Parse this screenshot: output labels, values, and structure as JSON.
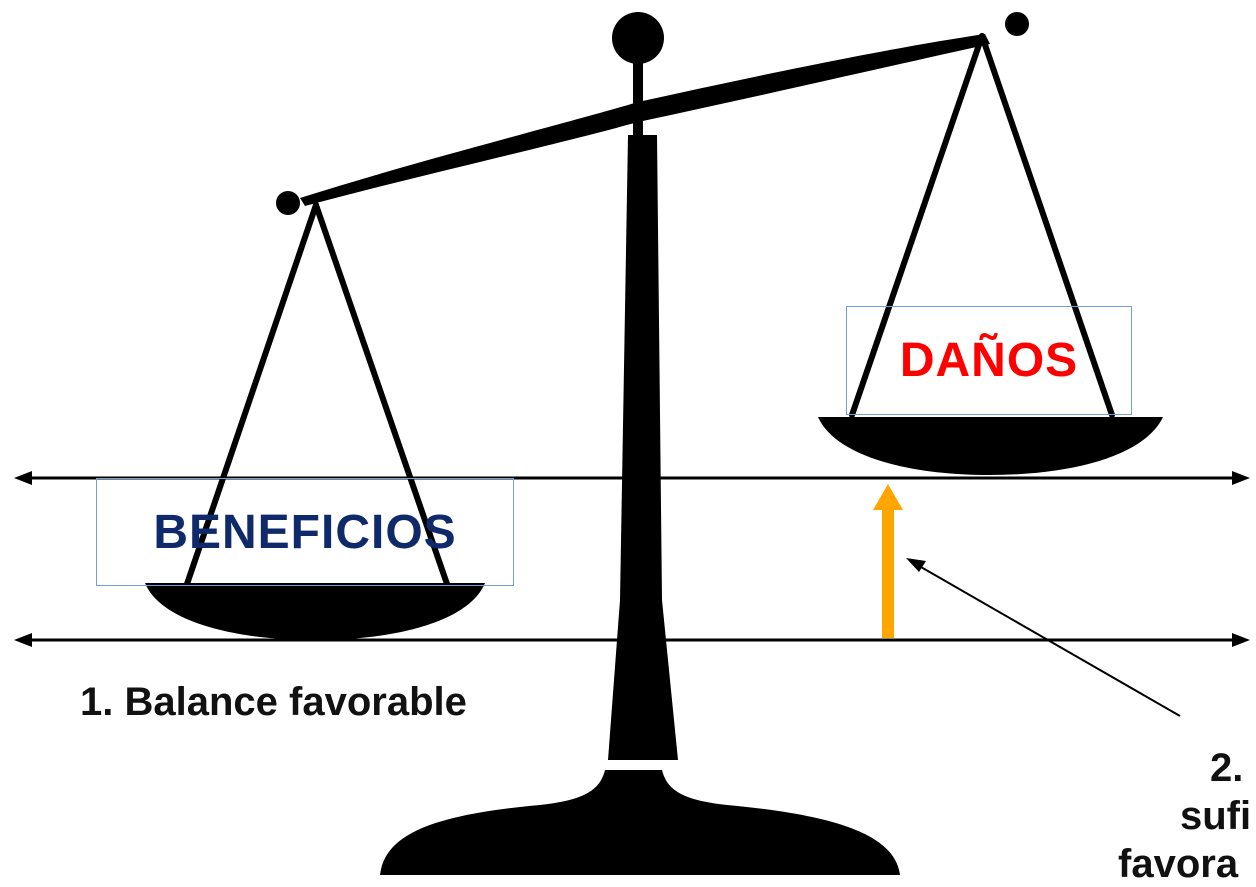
{
  "labels": {
    "beneficios": "BENEFICIOS",
    "danos": "DAÑOS"
  },
  "captions": {
    "balance_favorable": "1. Balance favorable",
    "point_two_line1": "2.",
    "point_two_line2": "sufi",
    "point_two_line3": "favora"
  },
  "colors": {
    "beneficios_text": "#0f2a6b",
    "danos_text": "#ff0000",
    "box_border": "#6fa0d8",
    "arrow": "#ffa500",
    "scale": "#000000"
  }
}
